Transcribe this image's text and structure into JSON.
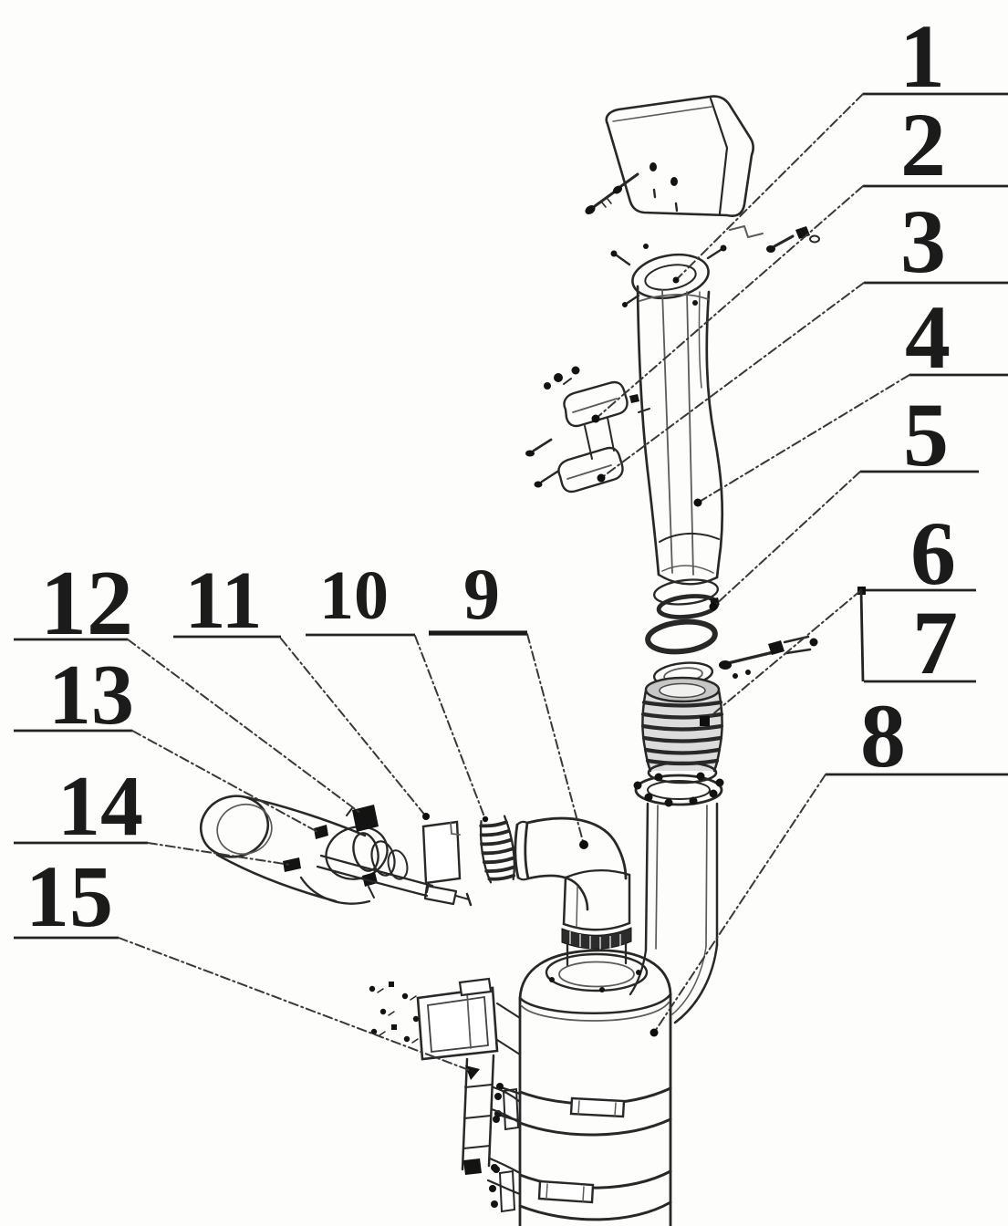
{
  "figure": {
    "kind": "exploded-parts-diagram",
    "ink_color": "#2b2b2b",
    "background_color": "#fdfdfc",
    "callouts": [
      {
        "number": "1"
      },
      {
        "number": "2"
      },
      {
        "number": "3"
      },
      {
        "number": "4"
      },
      {
        "number": "5"
      },
      {
        "number": "6"
      },
      {
        "number": "7"
      },
      {
        "number": "8"
      },
      {
        "number": "9"
      },
      {
        "number": "10"
      },
      {
        "number": "11"
      },
      {
        "number": "12"
      },
      {
        "number": "13"
      },
      {
        "number": "14"
      },
      {
        "number": "15"
      }
    ],
    "bracketed_group": [
      "6",
      "7"
    ]
  }
}
